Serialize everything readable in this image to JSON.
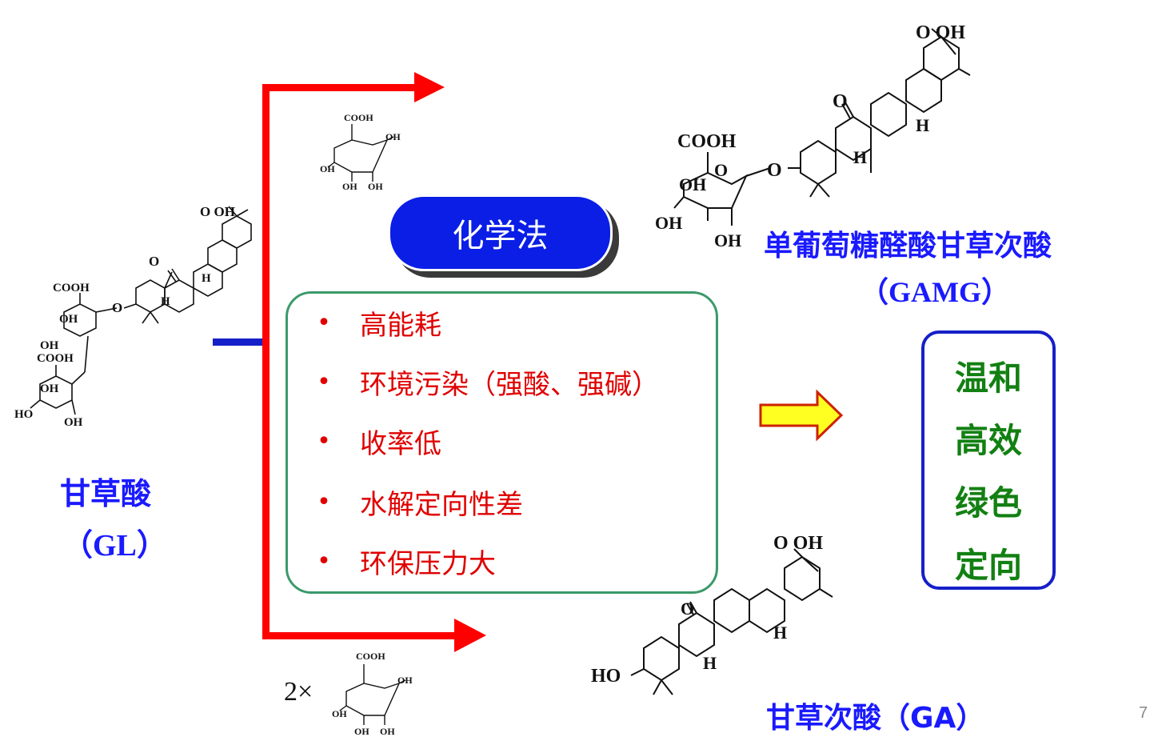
{
  "gl": {
    "name": "甘草酸",
    "abbr": "（GL）"
  },
  "method": {
    "label": "化学法"
  },
  "issues": [
    "高能耗",
    "环境污染（强酸、强碱）",
    "收率低",
    "水解定向性差",
    "环保压力大"
  ],
  "bullet": "•",
  "gamg": {
    "name": "单葡萄糖醛酸甘草次酸",
    "abbr": "（GAMG）"
  },
  "ga": {
    "name": "甘草次酸（GA）"
  },
  "advantages": [
    "温和",
    "高效",
    "绿色",
    "定向"
  ],
  "multiplier": "2×",
  "page_number": "7",
  "chem": {
    "cooh": "COOH",
    "oh": "OH",
    "ho": "HO",
    "o": "O",
    "h": "H",
    "o_oh": "O  OH"
  },
  "colors": {
    "arrow_red": "#ff0000",
    "pill_blue": "#0a1ee6",
    "adv_green": "#128012",
    "label_blue": "#1a1aff"
  }
}
